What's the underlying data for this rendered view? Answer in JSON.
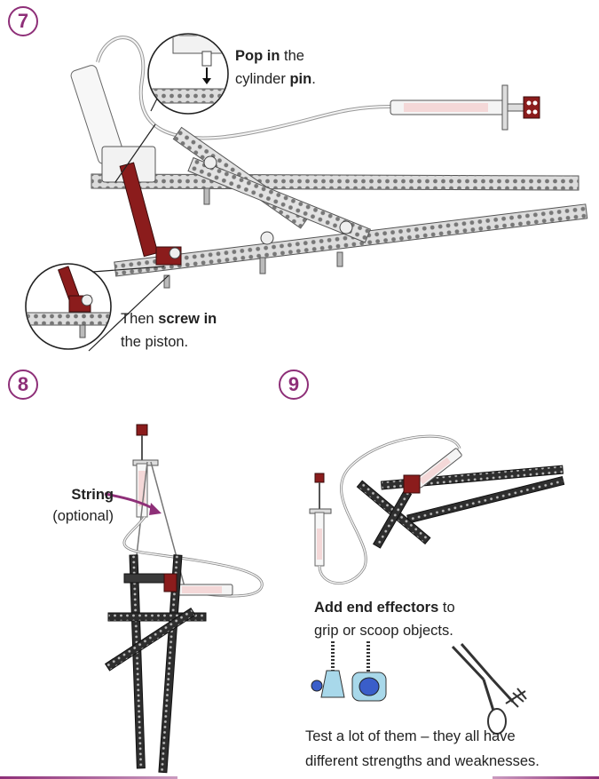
{
  "steps": {
    "s7": {
      "number": "7"
    },
    "s8": {
      "number": "8"
    },
    "s9": {
      "number": "9"
    }
  },
  "callouts": {
    "pop_in": {
      "bold1": "Pop in",
      "rest1": " the",
      "line2a": "cylinder ",
      "bold2": "pin",
      "line2b": "."
    },
    "screw_in": {
      "line1a": "Then ",
      "bold1": "screw in",
      "line2": "the piston."
    },
    "string": {
      "bold": "String",
      "sub": "(optional)"
    },
    "end_effectors": {
      "bold": "Add end effectors",
      "rest": " to",
      "line2": "grip or scoop objects."
    },
    "test_note": {
      "line1": "Test a lot of them – they all have",
      "line2": "different strengths and weaknesses."
    }
  },
  "colors": {
    "accent": "#8e2f78",
    "beam": "#d9d9d9",
    "beam_dark": "#3a3a3a",
    "piston_red": "#8b1c1c",
    "tube": "#f0f0f0"
  }
}
